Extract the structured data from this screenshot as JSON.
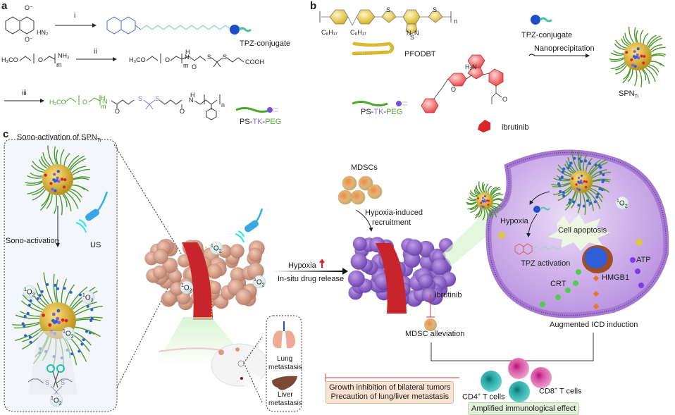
{
  "panels": {
    "a": "a",
    "b": "b",
    "c": "c"
  },
  "panel_a": {
    "steps": [
      "i",
      "ii",
      "iii"
    ],
    "tpz_conjugate_label": "TPZ-conjugate",
    "reactants": {
      "tpz": {
        "amine": "HN2",
        "n_oxide": "O-"
      },
      "peg_amine": {
        "start": "H3CO",
        "end": "NH2",
        "repeat": "m"
      },
      "tk_acid": {
        "end": "COOH",
        "repeat": "m"
      },
      "final_product": {
        "start": "H3CO",
        "repeat_peg": "m",
        "repeat_ps": "n"
      }
    },
    "ps_tk_peg_label": {
      "ps": "PS-",
      "tk": "TK",
      "dash": "-",
      "peg": "PEG"
    }
  },
  "panel_b": {
    "polymer_label": "PFODBT",
    "alkyl_chains": [
      "C8H17",
      "C8H17"
    ],
    "repeat": "n",
    "tpz_conjugate_label": "TPZ-conjugate",
    "ps_tk_peg_label": {
      "ps": "PS-",
      "tk": "TK",
      "dash": "-",
      "peg": "PEG"
    },
    "ibrutinib_label": "ibrutinib",
    "process_label": "Nanoprecipitation",
    "product_label": "SPN",
    "product_subscript": "Ti"
  },
  "panel_c": {
    "inset_title": "Sono-activation of SPN",
    "inset_title_sub": "Ti",
    "sono_activation_label": "Sono-activation",
    "us_label": "US",
    "singlet_oxygen": "1O2",
    "hypoxia_label": "Hypoxia",
    "drug_release_label": "In-situ drug release",
    "mdscs_label": "MDSCs",
    "recruitment_label": [
      "Hypoxia-induced",
      "recruitment"
    ],
    "ibrutinib_label": "ibrutinib",
    "mdsc_alleviation_label": "MDSC alleviation",
    "cell_labels": {
      "hypoxia": "Hypoxia",
      "apoptosis": "Cell apoptosis",
      "tpz_activation": "TPZ activation",
      "crt": "CRT",
      "hmgb1": "HMGB1",
      "atp": "ATP"
    },
    "icd_label": "Augmented ICD induction",
    "metastasis": {
      "lung": [
        "Lung",
        "metastasis"
      ],
      "liver": [
        "Liver",
        "metastasis"
      ]
    },
    "outcome_box": [
      "Growth inhibition of bilateral tumors",
      "Precaution of lung/liver metastasis"
    ],
    "tcells": {
      "cd4": "CD4",
      "cd8": "CD8",
      "suffix": " T cells",
      "sup": "+"
    },
    "immuno_box": "Amplified immunological effect"
  },
  "colors": {
    "tpz_blue": "#3b6fd1",
    "linker_teal": "#6fd0b4",
    "peg_green": "#4aa829",
    "tk_purple": "#8b6fe0",
    "pfodbt_yellow": "#e8c93b",
    "ibrutinib_red": "#e23a3a",
    "tumor_peach": "#d9a08a",
    "tumor_purple": "#9a6ad0",
    "cell_lilac": "#c9a7e6",
    "inhibit_red": "#d33b3b",
    "outcome_box_fill": "#fbe3d3",
    "immuno_box_fill": "#e3f1dc"
  }
}
